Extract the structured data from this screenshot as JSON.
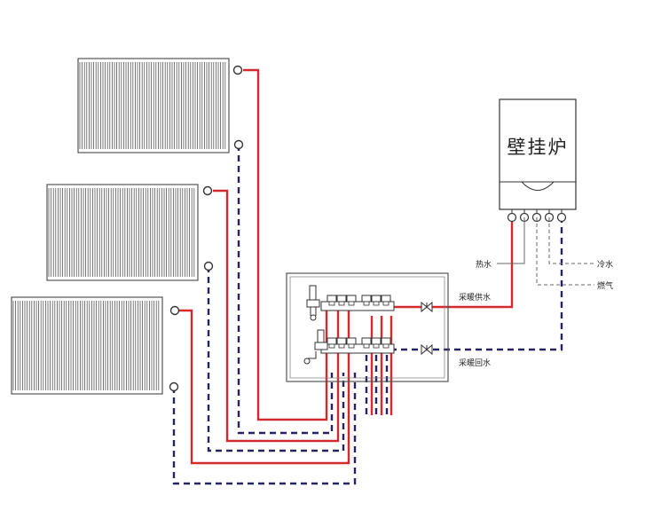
{
  "boiler": {
    "title": "壁挂炉"
  },
  "labels": {
    "hot_water": "热水",
    "cold_water": "冷水",
    "gas": "燃气",
    "heating_supply": "采暖供水",
    "heating_return": "采暖回水"
  },
  "colors": {
    "supply": "#d42a2f",
    "return": "#26245e",
    "outline": "#333333",
    "aux": "#666666",
    "manifold_box": "#555555"
  },
  "radiator_count": 3,
  "manifold_loops": 3,
  "icons": [
    "radiator-icon",
    "valve-icon",
    "boiler-icon",
    "manifold-icon"
  ]
}
